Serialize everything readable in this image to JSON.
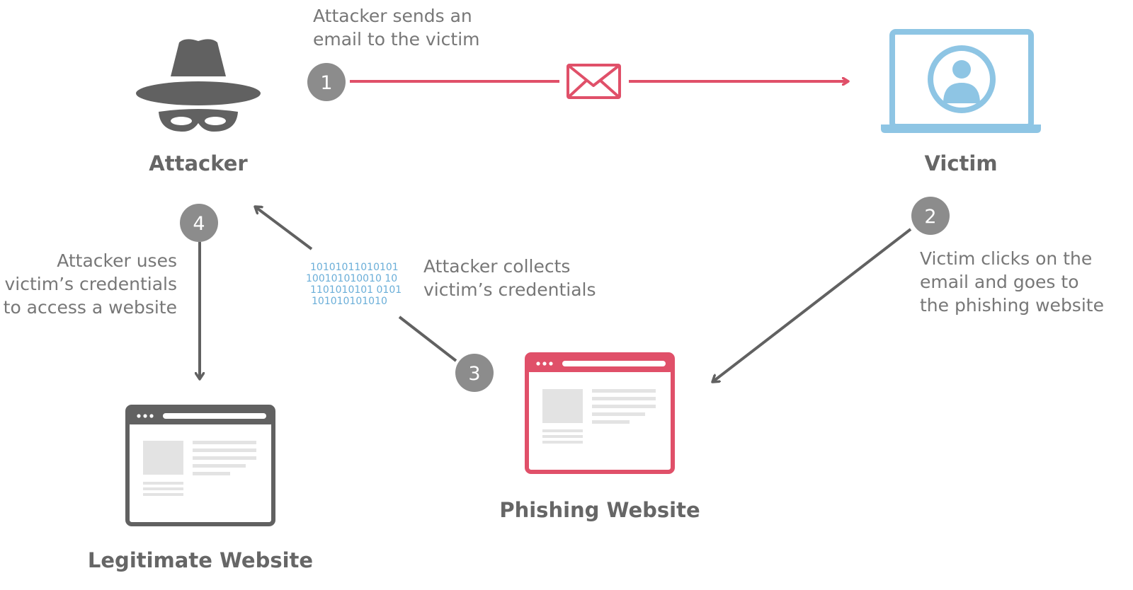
{
  "colors": {
    "gray_dark": "#616161",
    "gray_step": "#8c8c8c",
    "red": "#e05069",
    "blue": "#8ec5e4",
    "text": "#777777",
    "title": "#666666"
  },
  "nodes": {
    "attacker": {
      "label": "Attacker",
      "icon": "spy-hat-mask-icon"
    },
    "victim": {
      "label": "Victim",
      "icon": "laptop-user-icon"
    },
    "phishing": {
      "label": "Phishing Website",
      "icon": "browser-window-icon"
    },
    "legit": {
      "label": "Legitimate Website",
      "icon": "browser-window-icon"
    }
  },
  "steps": [
    {
      "number": "1",
      "text": "Attacker sends an\nemail to the victim"
    },
    {
      "number": "2",
      "text": "Victim clicks on the\nemail and goes to\nthe phishing website"
    },
    {
      "number": "3",
      "text": "Attacker collects\nvictim’s credentials"
    },
    {
      "number": "4",
      "text": "Attacker uses\nvictim’s credentials\nto access a website"
    }
  ],
  "binary_lines": [
    "10101011010101",
    "100101010010 10",
    "1101010101 0101",
    "101010101010"
  ]
}
